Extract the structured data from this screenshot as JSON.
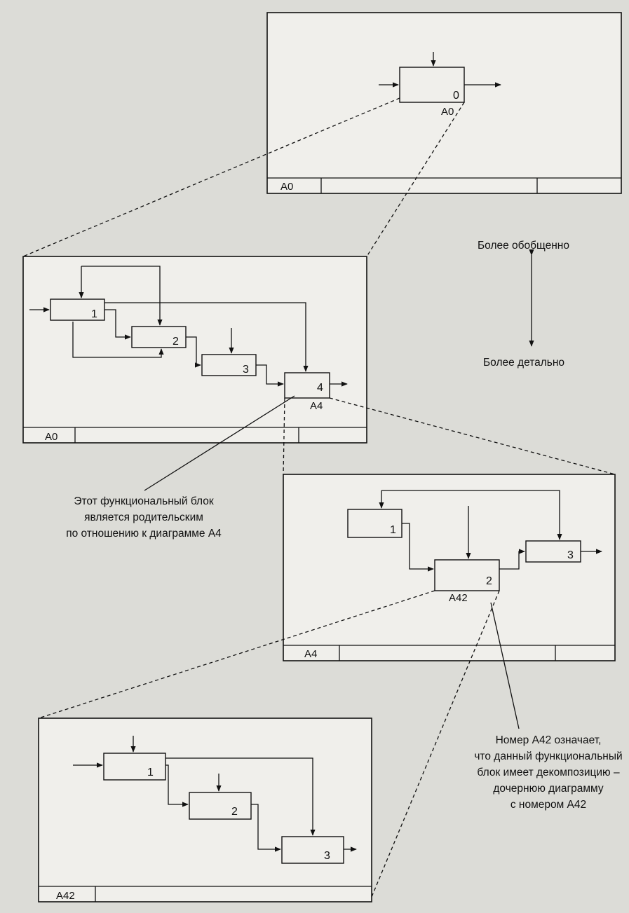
{
  "diagram_a0": {
    "box_number": "0",
    "box_code": "A0",
    "footer_label": "A0"
  },
  "diagram_a0_decomp": {
    "box_numbers": [
      "1",
      "2",
      "3",
      "4"
    ],
    "box4_code": "A4",
    "footer_label": "A0"
  },
  "diagram_a4": {
    "box_numbers": [
      "1",
      "2",
      "3"
    ],
    "box2_code": "A42",
    "footer_label": "A4"
  },
  "diagram_a42": {
    "box_numbers": [
      "1",
      "2",
      "3"
    ],
    "footer_label": "A42"
  },
  "axis": {
    "top_label": "Более обобщенно",
    "bottom_label": "Более детально"
  },
  "notes": {
    "parent_note": [
      "Этот функциональный блок",
      "является родительским",
      "по отношению к диаграмме А4"
    ],
    "child_note": [
      "Номер А42 означает,",
      "что данный функциональный",
      "блок имеет декомпозицию –",
      "дочерню​ю диаграмму",
      "с номером А42"
    ]
  }
}
